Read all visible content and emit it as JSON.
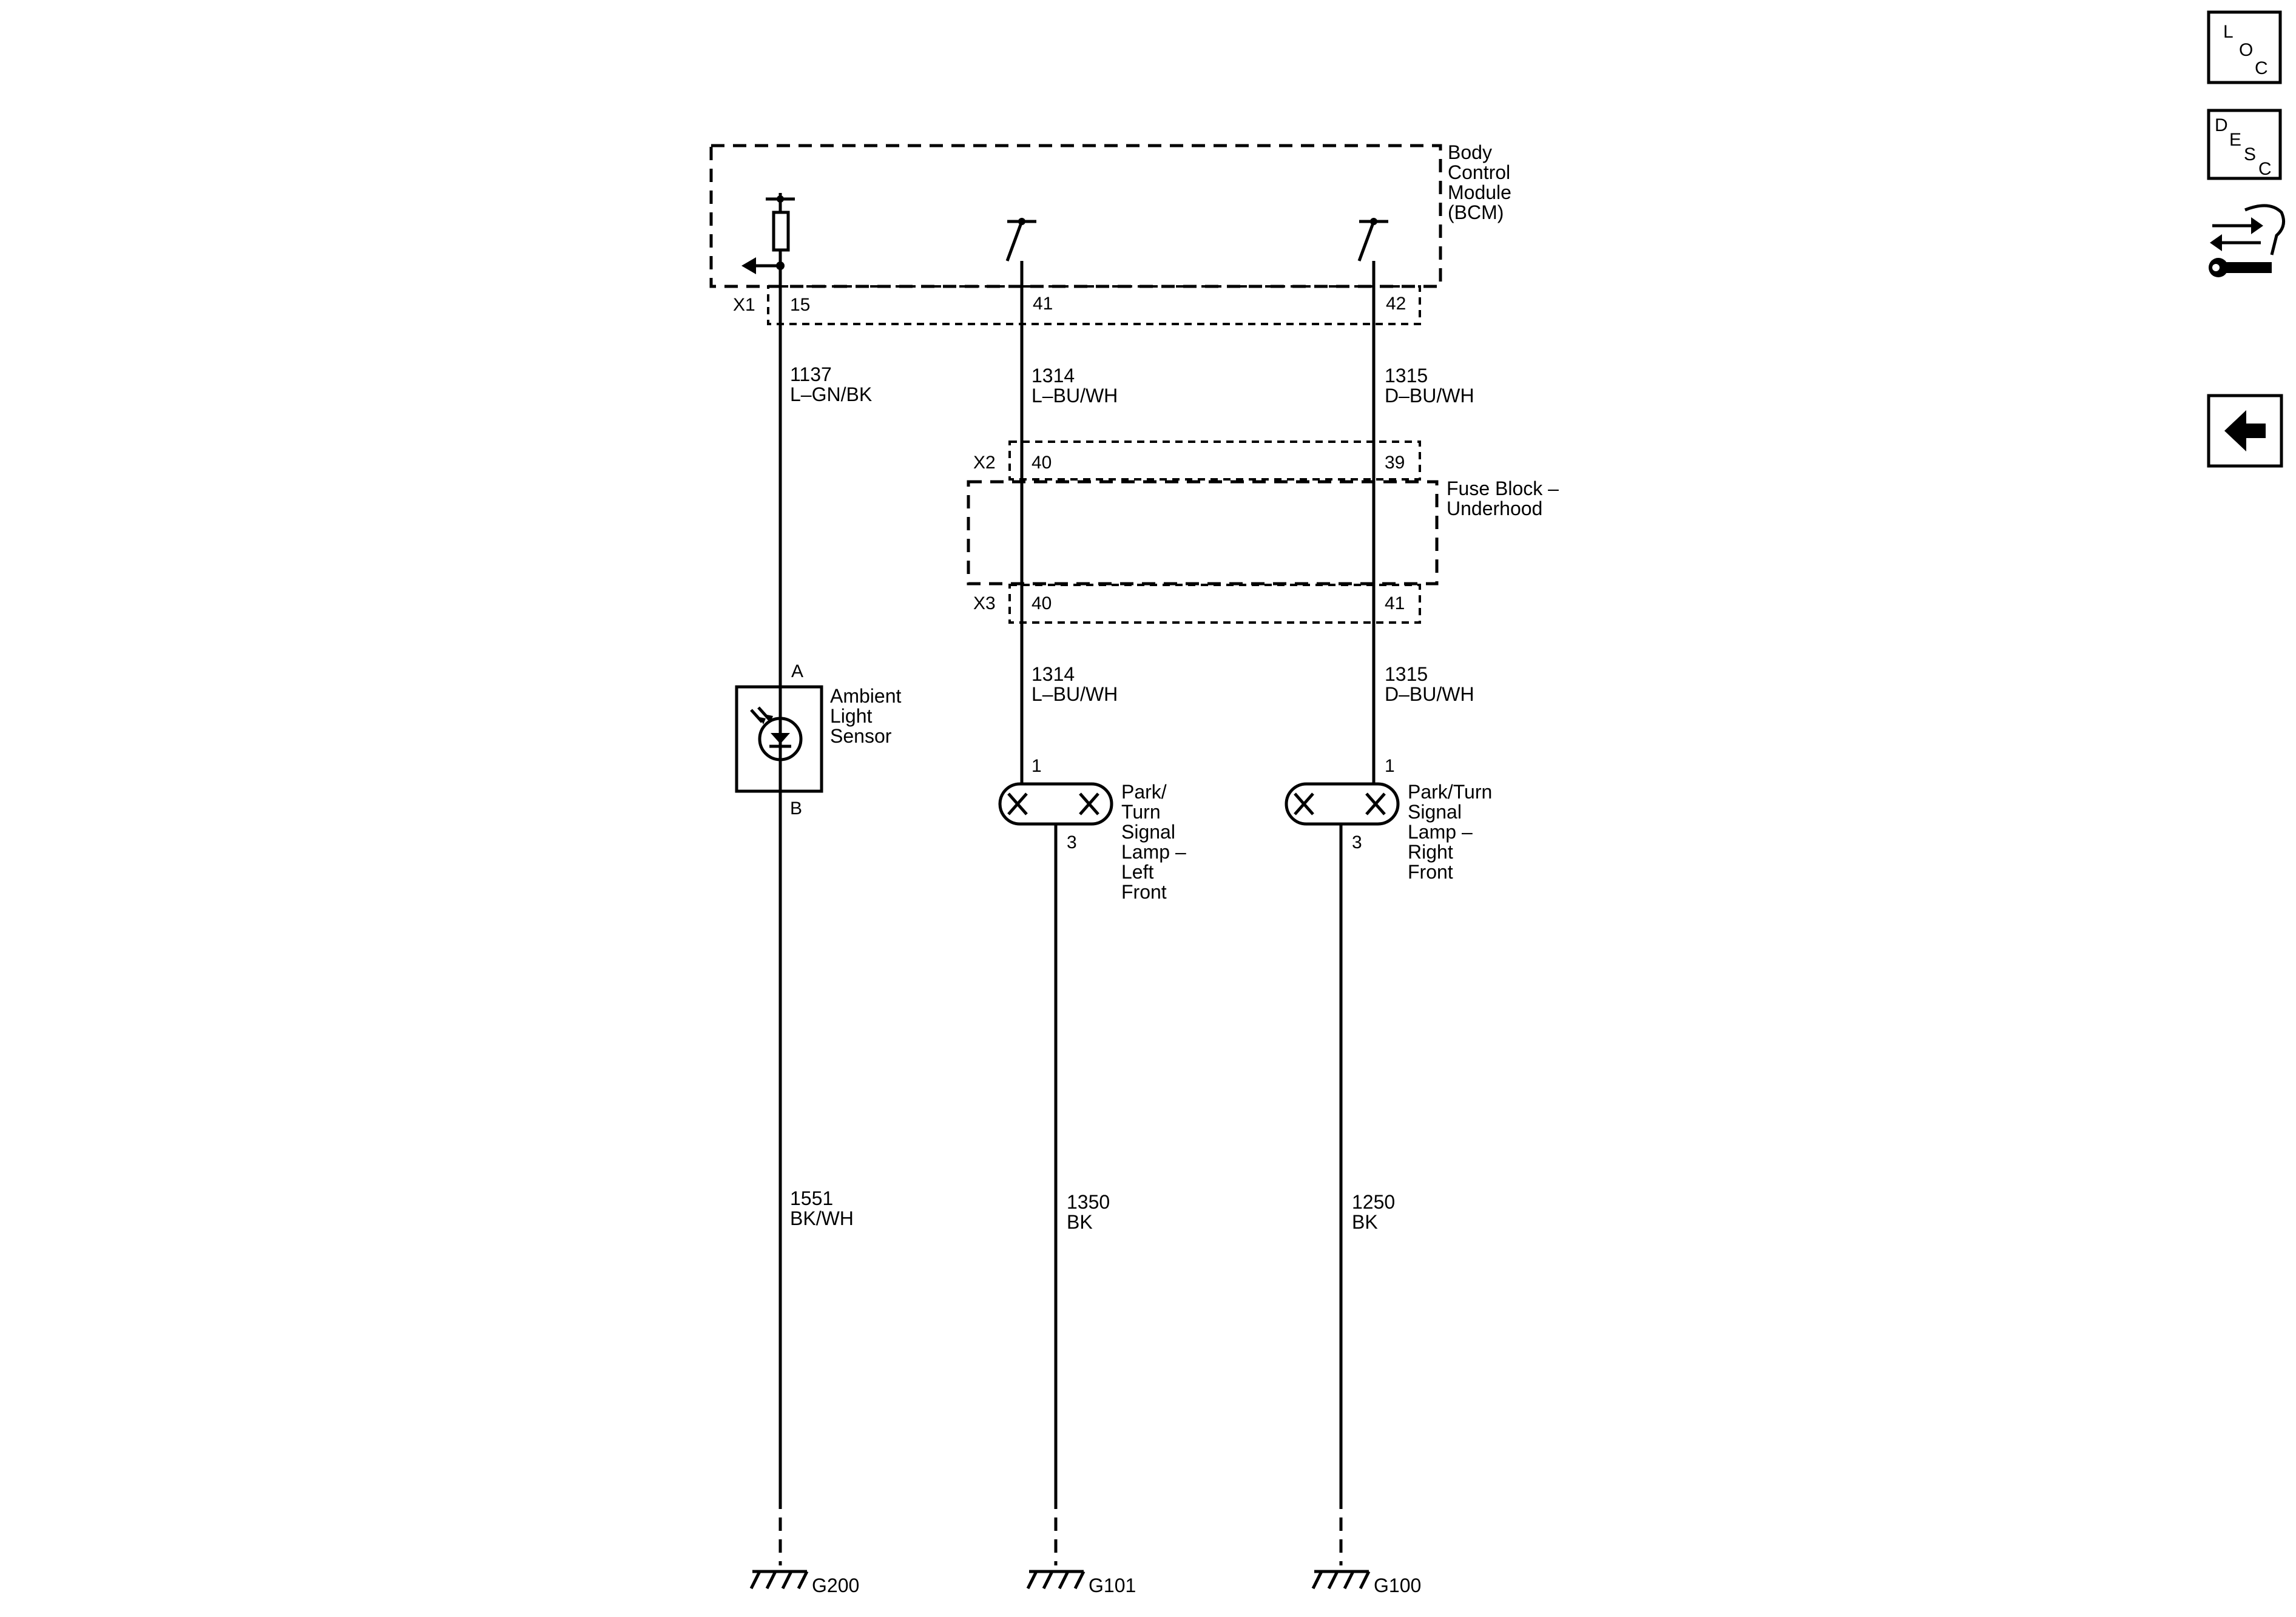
{
  "modules": {
    "bcm": {
      "label": [
        "Body",
        "Control",
        "Module",
        "(BCM)"
      ]
    },
    "fuse_block": {
      "label": [
        "Fuse Block –",
        "Underhood"
      ]
    }
  },
  "connectors": {
    "x1": "X1",
    "x2": "X2",
    "x3": "X3"
  },
  "pins": {
    "bcm_15": "15",
    "bcm_41": "41",
    "bcm_42": "42",
    "x2_40": "40",
    "x2_39": "39",
    "x3_40": "40",
    "x3_41": "41",
    "sensor_a": "A",
    "sensor_b": "B",
    "left_lamp_1": "1",
    "left_lamp_3": "3",
    "right_lamp_1": "1",
    "right_lamp_3": "3"
  },
  "wires": {
    "w1137": {
      "circuit": "1137",
      "color": "L–GN/BK"
    },
    "w1314_top": {
      "circuit": "1314",
      "color": "L–BU/WH"
    },
    "w1315_top": {
      "circuit": "1315",
      "color": "D–BU/WH"
    },
    "w1314_bot": {
      "circuit": "1314",
      "color": "L–BU/WH"
    },
    "w1315_bot": {
      "circuit": "1315",
      "color": "D–BU/WH"
    },
    "w1551": {
      "circuit": "1551",
      "color": "BK/WH"
    },
    "w1350": {
      "circuit": "1350",
      "color": "BK"
    },
    "w1250": {
      "circuit": "1250",
      "color": "BK"
    }
  },
  "components": {
    "ambient_light_sensor": [
      "Ambient",
      "Light",
      "Sensor"
    ],
    "left_lamp": [
      "Park/",
      "Turn",
      "Signal",
      "Lamp –",
      "Left",
      "Front"
    ],
    "right_lamp": [
      "Park/Turn",
      "Signal",
      "Lamp –",
      "Right",
      "Front"
    ]
  },
  "grounds": {
    "g200": "G200",
    "g101": "G101",
    "g100": "G100"
  },
  "nav": {
    "loc": {
      "l1": "L",
      "l2": "O",
      "l3": "C",
      "icon": "loc-icon"
    },
    "desc": {
      "l1": "D",
      "l2": "E",
      "l3": "S",
      "l4": "C",
      "icon": "desc-icon"
    },
    "connector_tool_icon": "connector-wrench-icon",
    "back_icon": "back-arrow-icon"
  }
}
